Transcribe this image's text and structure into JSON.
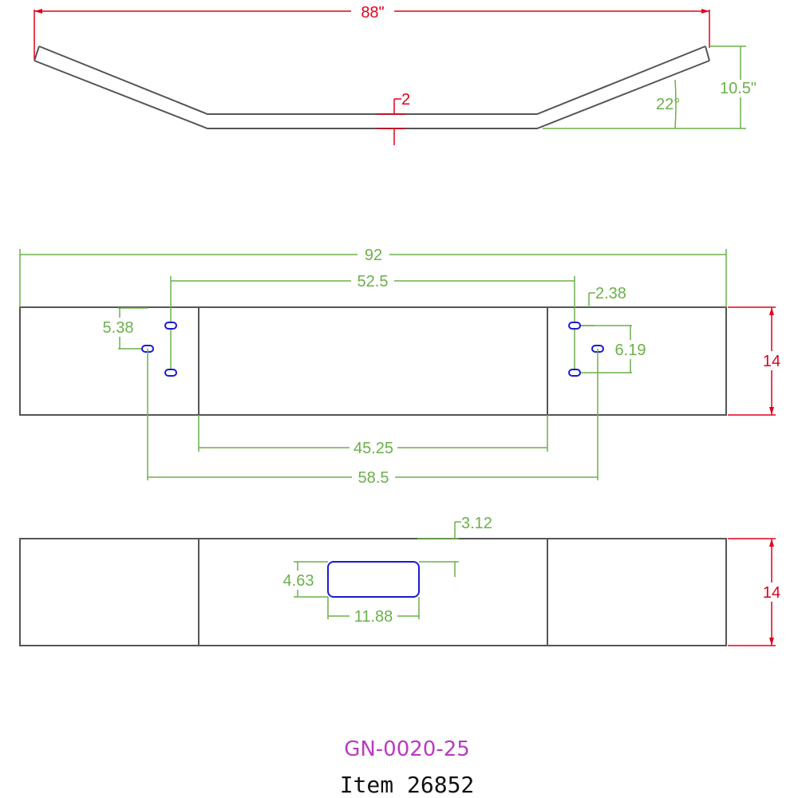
{
  "side_view": {
    "overall_width": "88\"",
    "thickness": "2",
    "angle": "22°",
    "rise": "10.5\""
  },
  "top_view": {
    "overall_length": "92",
    "hole_spacing_upper": "52.5",
    "hole_offset_small": "2.38",
    "hole_vertical_left": "5.38",
    "hole_vertical_right": "6.19",
    "height": "14",
    "center_section": "45.25",
    "hole_spacing_lower": "58.5"
  },
  "front_view": {
    "slot_offset": "3.12",
    "slot_height": "4.63",
    "slot_width": "11.88",
    "height": "14"
  },
  "title_block": {
    "part_number": "GN-0020-25",
    "item_label": "Item 26852"
  },
  "colors": {
    "part": "#555555",
    "dimension_green": "#6bb04a",
    "dimension_red": "#e0001b",
    "hole_blue": "#1a1ad6",
    "part_number": "#b93bc2"
  }
}
